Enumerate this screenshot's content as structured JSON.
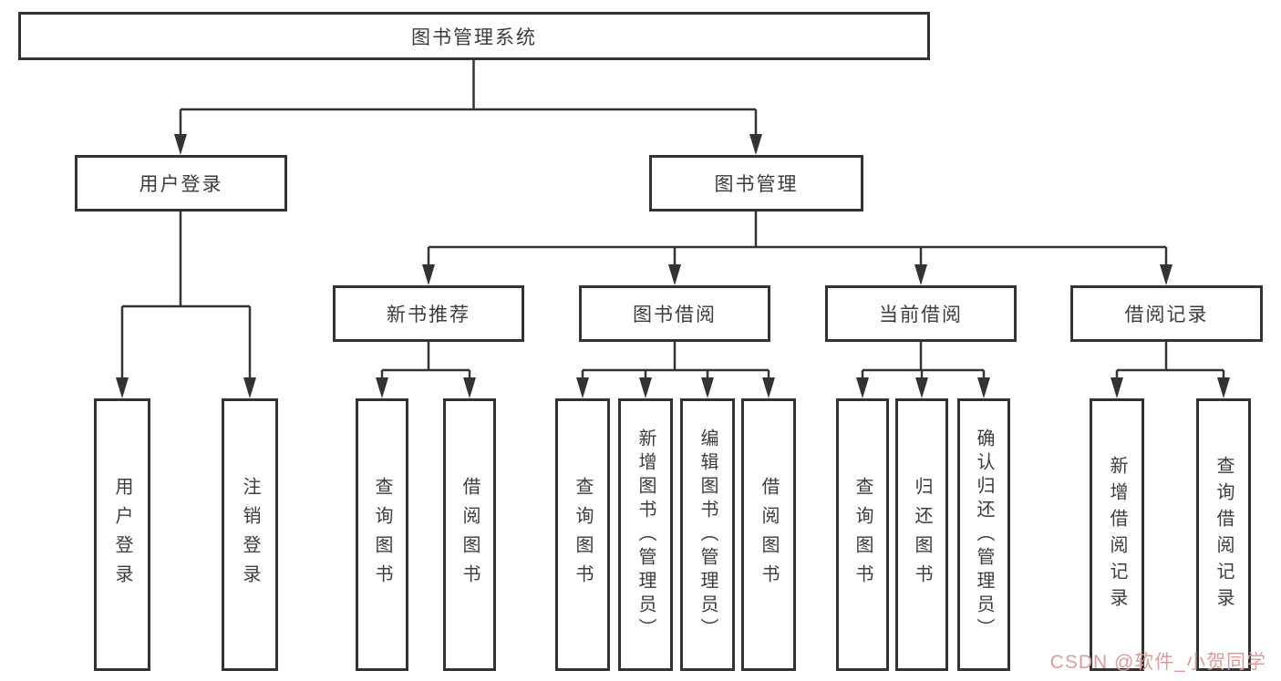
{
  "colors": {
    "line": "#333333",
    "watermark": "#dd9c9c"
  },
  "nodes": {
    "root": {
      "label": "图书管理系统"
    },
    "user_login": {
      "label": "用户登录"
    },
    "book_management": {
      "label": "图书管理"
    },
    "new_book_recommend": {
      "label": "新书推荐"
    },
    "book_borrow": {
      "label": "图书借阅"
    },
    "current_borrow": {
      "label": "当前借阅"
    },
    "borrow_records": {
      "label": "借阅记录"
    },
    "leaf_user_login": {
      "label": "用户登录"
    },
    "leaf_logout": {
      "label": "注销登录"
    },
    "leaf_query_books_recommend": {
      "label": "查询图书"
    },
    "leaf_borrow_books_recommend": {
      "label": "借阅图书"
    },
    "leaf_query_books_borrow": {
      "label": "查询图书"
    },
    "leaf_add_book_admin": {
      "label": "新增图书（管理员）"
    },
    "leaf_edit_book_admin": {
      "label": "编辑图书（管理员）"
    },
    "leaf_borrow_books_borrow": {
      "label": "借阅图书"
    },
    "leaf_query_books_current": {
      "label": "查询图书"
    },
    "leaf_return_books": {
      "label": "归还图书"
    },
    "leaf_confirm_return_admin": {
      "label": "确认归还（管理员）"
    },
    "leaf_add_borrow_record": {
      "label": "新增借阅记录"
    },
    "leaf_query_borrow_record": {
      "label": "查询借阅记录"
    }
  },
  "hierarchy": {
    "root": [
      "user_login",
      "book_management"
    ],
    "user_login": [
      "leaf_user_login",
      "leaf_logout"
    ],
    "book_management": [
      "new_book_recommend",
      "book_borrow",
      "current_borrow",
      "borrow_records"
    ],
    "new_book_recommend": [
      "leaf_query_books_recommend",
      "leaf_borrow_books_recommend"
    ],
    "book_borrow": [
      "leaf_query_books_borrow",
      "leaf_add_book_admin",
      "leaf_edit_book_admin",
      "leaf_borrow_books_borrow"
    ],
    "current_borrow": [
      "leaf_query_books_current",
      "leaf_return_books",
      "leaf_confirm_return_admin"
    ],
    "borrow_records": [
      "leaf_add_borrow_record",
      "leaf_query_borrow_record"
    ]
  },
  "watermark": {
    "text": "CSDN @软件_小贺同学"
  }
}
